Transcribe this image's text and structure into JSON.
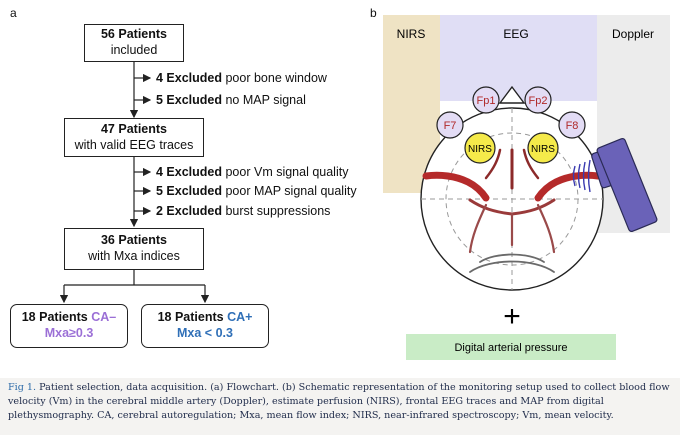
{
  "panel_a_label": "a",
  "panel_b_label": "b",
  "flowchart": {
    "box1": {
      "line1": "56 Patients",
      "line2": "included"
    },
    "excl1": [
      {
        "count": "4 Excluded",
        "reason": "poor bone window"
      },
      {
        "count": "5 Excluded",
        "reason": "no MAP signal"
      }
    ],
    "box2": {
      "line1": "47 Patients",
      "line2": "with valid EEG traces"
    },
    "excl2": [
      {
        "count": "4 Excluded",
        "reason": "poor Vm signal quality"
      },
      {
        "count": "5 Excluded",
        "reason": "poor MAP signal quality"
      },
      {
        "count": "2 Excluded",
        "reason": "burst suppressions"
      }
    ],
    "box3": {
      "line1": "36 Patients",
      "line2": "with Mxa indices"
    },
    "box_left": {
      "line1": "18 Patients",
      "tag": "CA–",
      "line2": "Mxa≥0.3",
      "color": "#9b6fd6"
    },
    "box_right": {
      "line1": "18 Patients",
      "tag": "CA+",
      "line2": "Mxa < 0.3",
      "color": "#2f6fb7"
    }
  },
  "schematic": {
    "nirs_label": "NIRS",
    "eeg_label": "EEG",
    "doppler_label": "Doppler",
    "electrodes": [
      "Fp1",
      "Fp2",
      "F7",
      "F8"
    ],
    "nirs_sensor_left": "NIRS",
    "nirs_sensor_right": "NIRS",
    "plus": "+",
    "pressure_label": "Digital arterial pressure",
    "colors": {
      "nirs_band": "#efe3c4",
      "eeg_band": "#e0def5",
      "doppler_band": "#ececec",
      "electrode_fill": "#e3dcf5",
      "electrode_text": "#b02a2a",
      "nirs_sensor": "#f5ea4a",
      "artery": "#b52a2a",
      "doppler_probe": "#6a62b8",
      "pressure_band": "#c9ecc6"
    }
  },
  "caption": {
    "fig_label": "Fig 1.",
    "text": " Patient selection, data acquisition. (a) Flowchart. (b) Schematic representation of the monitoring setup used to collect blood flow velocity (Vm) in the cerebral middle artery (Doppler), estimate perfusion (NIRS), frontal EEG traces and MAP from digital plethysmography. CA, cerebral autoregulation; Mxa, mean flow index; NIRS, near-infrared spectroscopy; Vm, mean velocity."
  }
}
